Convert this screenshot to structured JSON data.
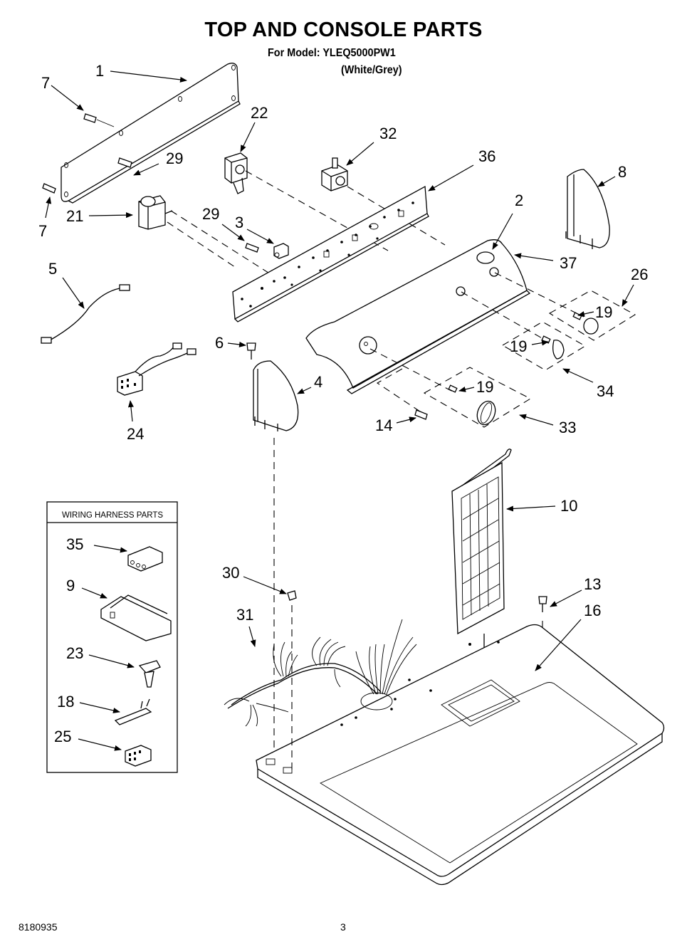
{
  "header": {
    "title": "TOP AND CONSOLE PARTS",
    "model_line": "For Model: YLEQ5000PW1",
    "color_variant": "(White/Grey)"
  },
  "callouts": {
    "c1": "1",
    "c7a": "7",
    "c7b": "7",
    "c22": "22",
    "c32": "32",
    "c36": "36",
    "c29a": "29",
    "c29b": "29",
    "c21": "21",
    "c3": "3",
    "c2": "2",
    "c8": "8",
    "c37": "37",
    "c26": "26",
    "c19a": "19",
    "c19b": "19",
    "c19c": "19",
    "c5": "5",
    "c6": "6",
    "c4": "4",
    "c24": "24",
    "c14": "14",
    "c33": "33",
    "c34": "34",
    "c10": "10",
    "c13": "13",
    "c16": "16",
    "c30": "30",
    "c31": "31"
  },
  "wiring_harness_box": {
    "title": "WIRING HARNESS PARTS",
    "items": [
      "35",
      "9",
      "23",
      "18",
      "25"
    ]
  },
  "footer": {
    "document_number": "8180935",
    "page_number": "3"
  }
}
